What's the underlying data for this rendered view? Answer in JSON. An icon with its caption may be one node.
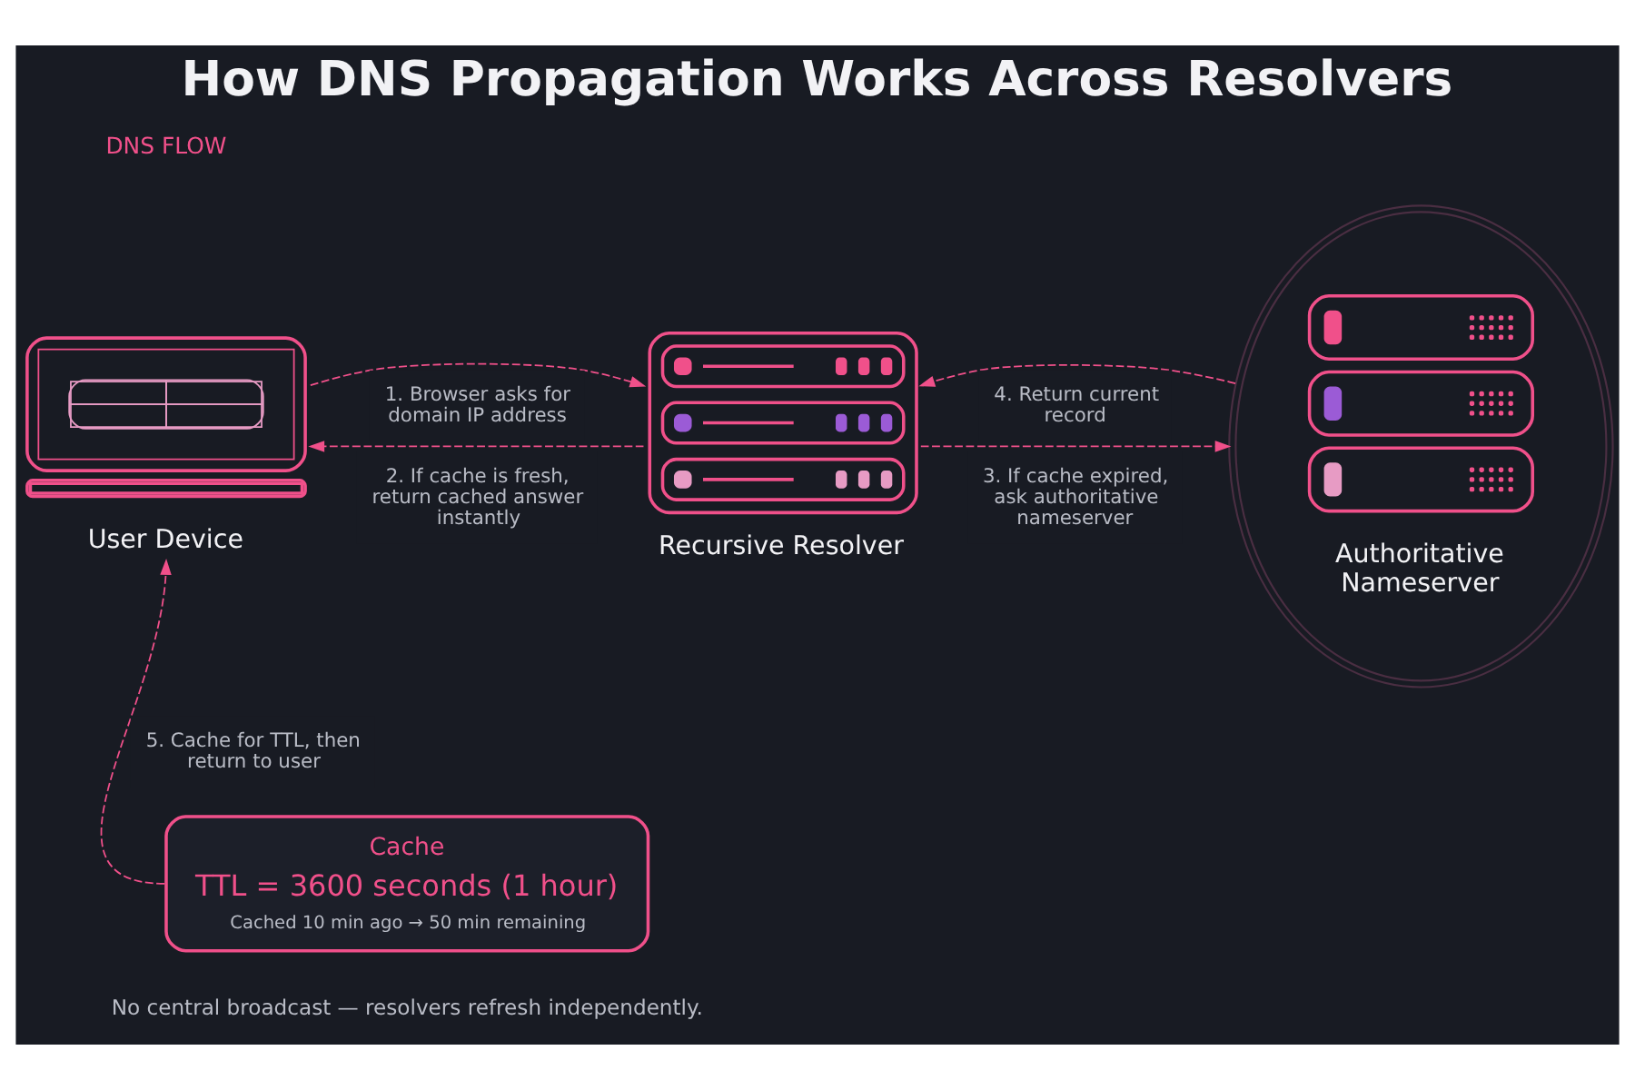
{
  "diagram": {
    "title": "How DNS Propagation Works Across Resolvers",
    "caption": "No central broadcast — resolvers refresh independently.",
    "nodes": [
      {
        "text": [
          "User Device"
        ]
      },
      {
        "text": [
          "Recursive Resolver"
        ]
      },
      {
        "text": [
          "Cache",
          "TTL = 3600 seconds (1 hour)",
          "Cached 10 min ago → 50 min remaining"
        ]
      },
      {
        "text": [
          "Authoritative Nameserver"
        ]
      }
    ],
    "edges": [
      {
        "from": 0,
        "to": 1,
        "arrow": "to",
        "label": "1. Browser asks for domain IP address",
        "style": "dashed"
      },
      {
        "from": 1,
        "to": 0,
        "arrow": "to",
        "label": "2. If cache is fresh, return cached answer instantly",
        "style": "dashed"
      },
      {
        "from": 1,
        "to": 3,
        "arrow": "to",
        "label": "3. If cache expired, ask authoritative nameserver",
        "style": "dashed"
      },
      {
        "from": 3,
        "to": 1,
        "arrow": "to",
        "label": "4. Return current record",
        "style": "dashed"
      },
      {
        "from": 2,
        "to": 0,
        "arrow": "to",
        "label": "5. Cache for TTL, then return to user",
        "style": "dashed"
      }
    ],
    "labels": [
      "DNS FLOW"
    ]
  }
}
